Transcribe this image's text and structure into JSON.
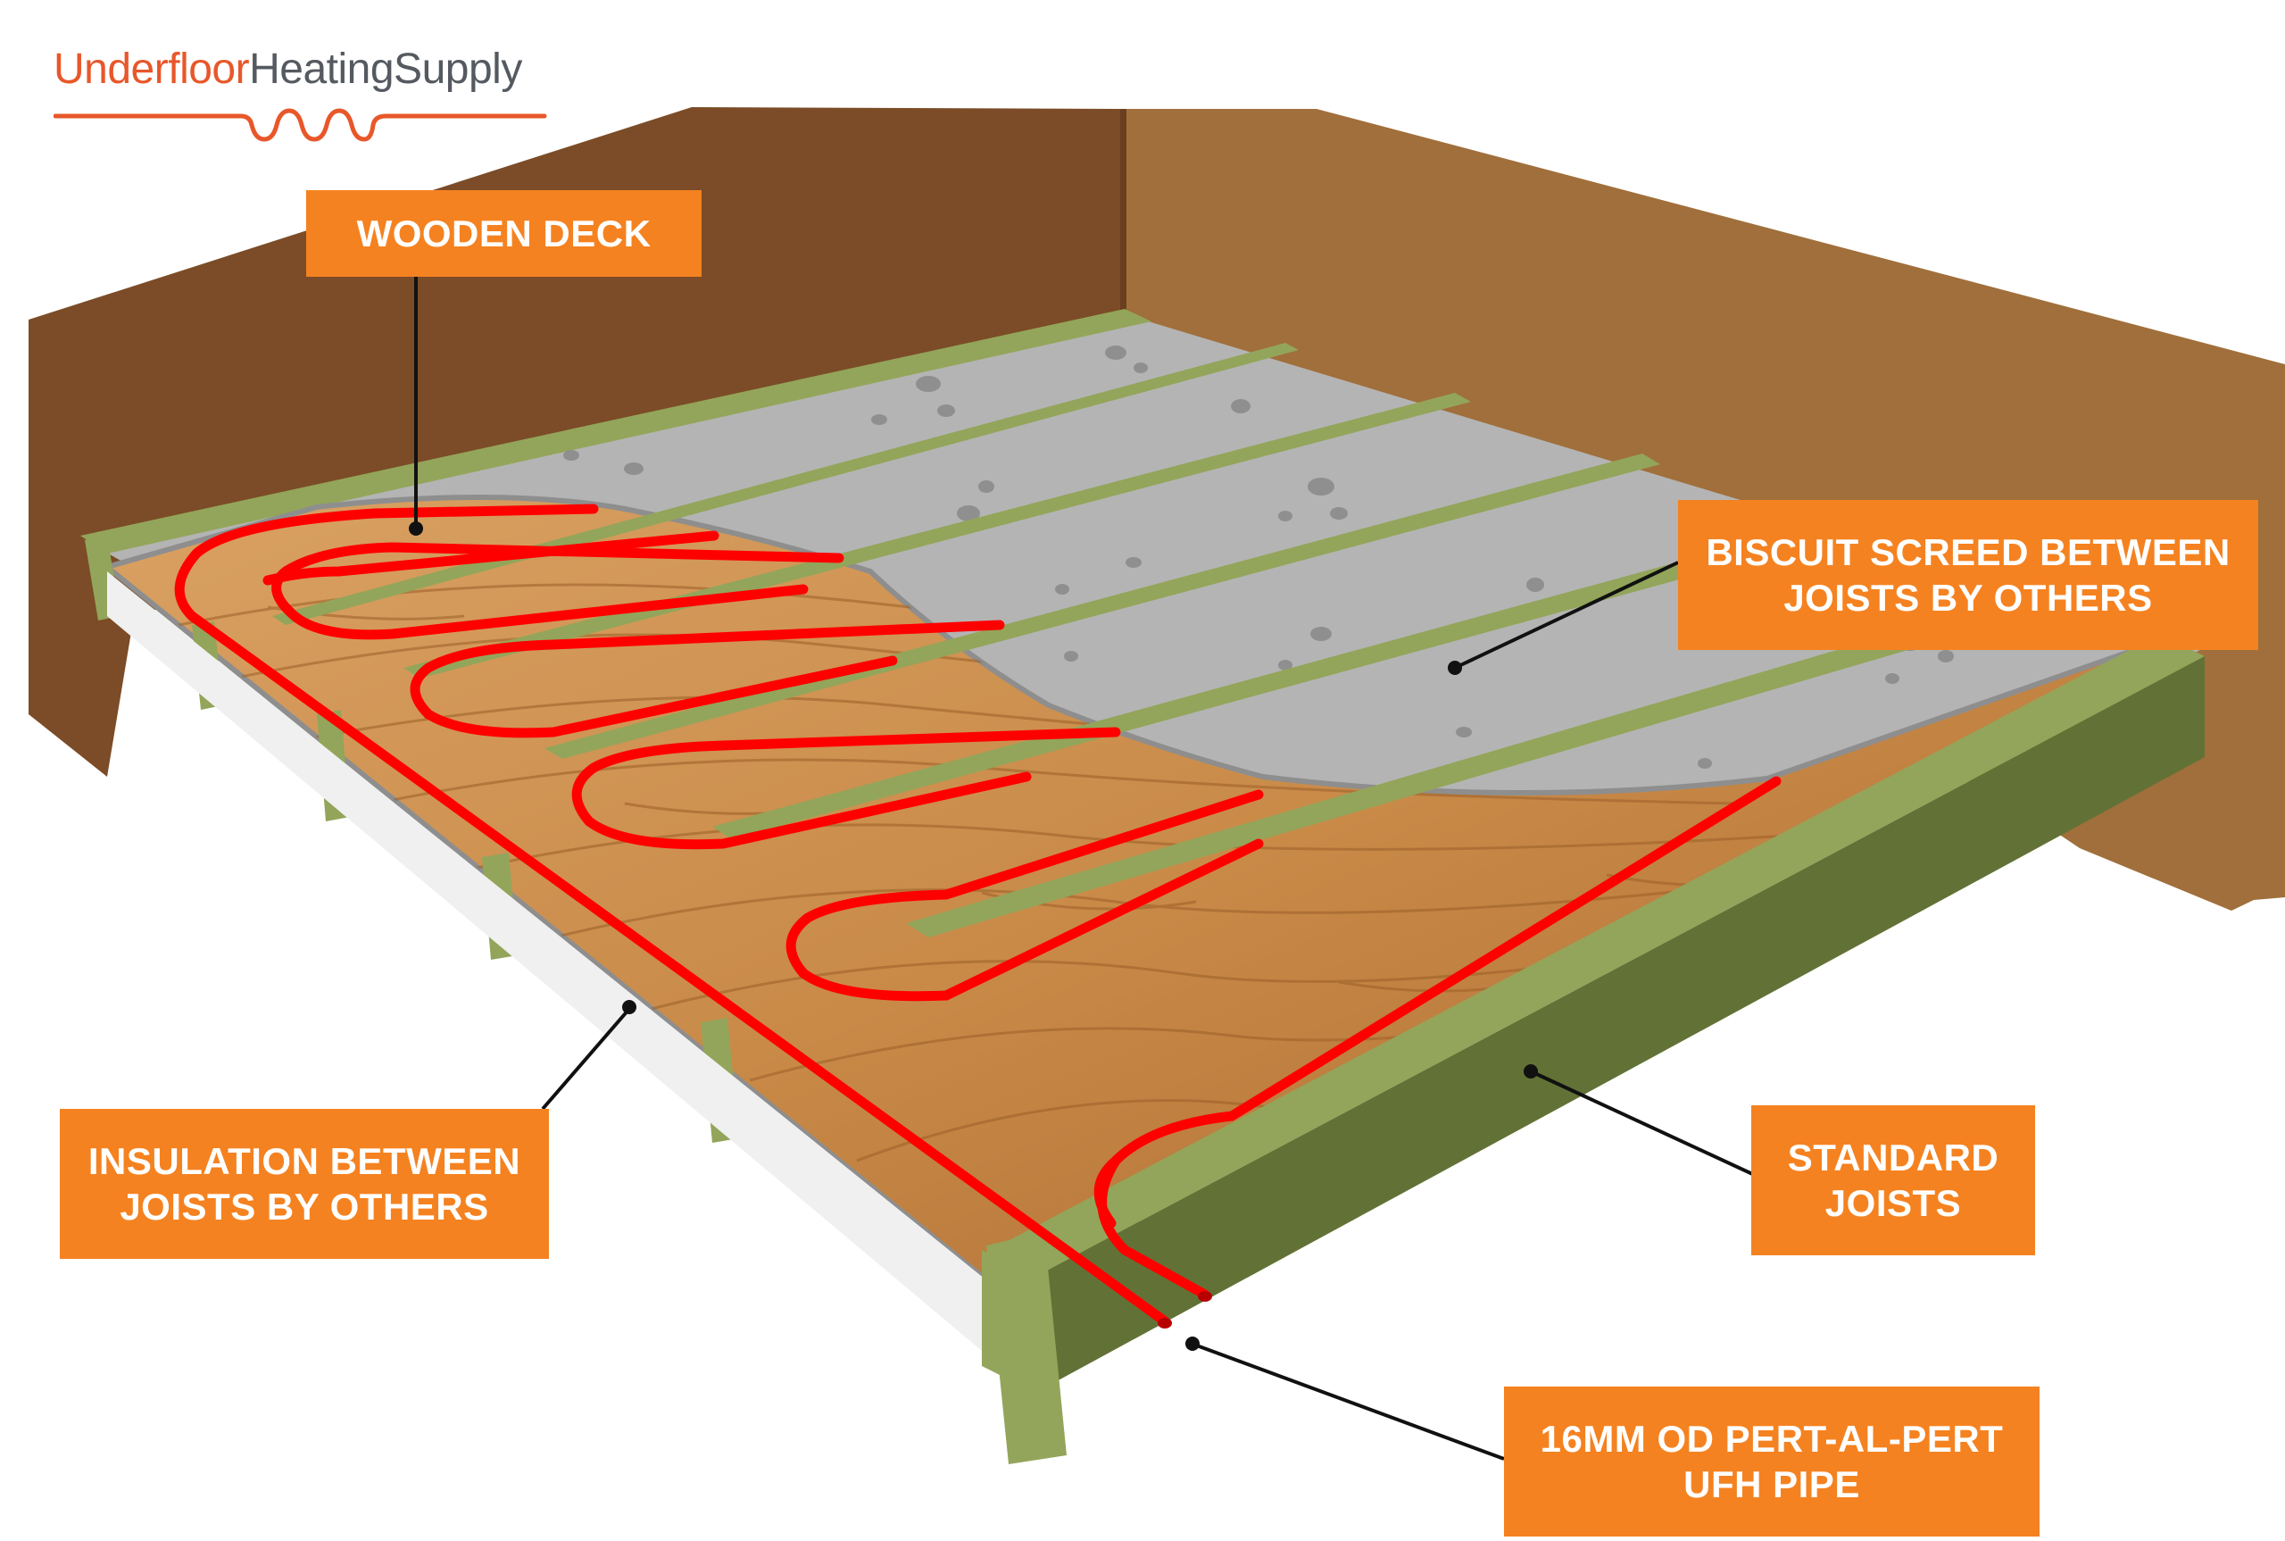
{
  "logo": {
    "part1": "Underfloor",
    "part2": "HeatingSupply"
  },
  "callouts": {
    "wooden_deck": [
      "WOODEN DECK"
    ],
    "biscuit_screed": [
      "BISCUIT SCREED BETWEEN",
      "JOISTS BY OTHERS"
    ],
    "insulation": [
      "INSULATION BETWEEN",
      "JOISTS BY OTHERS"
    ],
    "standard_joists": [
      "STANDARD",
      "JOISTS"
    ],
    "ufh_pipe": [
      "16MM OD PERT-AL-PERT",
      "UFH PIPE"
    ]
  },
  "colors": {
    "callout_bg": "#f58220",
    "callout_text": "#ffffff",
    "wall_left": "#7b4c27",
    "wall_right": "#a06f3b",
    "joist_top": "#93a55a",
    "joist_side": "#627236",
    "screed": "#b4b4b4",
    "screed_edge": "#8e8e8e",
    "wood": "#c78a48",
    "pipe": "#ff0000",
    "insulation": "#f0f0f0",
    "logo_orange": "#e8572a",
    "logo_grey": "#555a60"
  }
}
